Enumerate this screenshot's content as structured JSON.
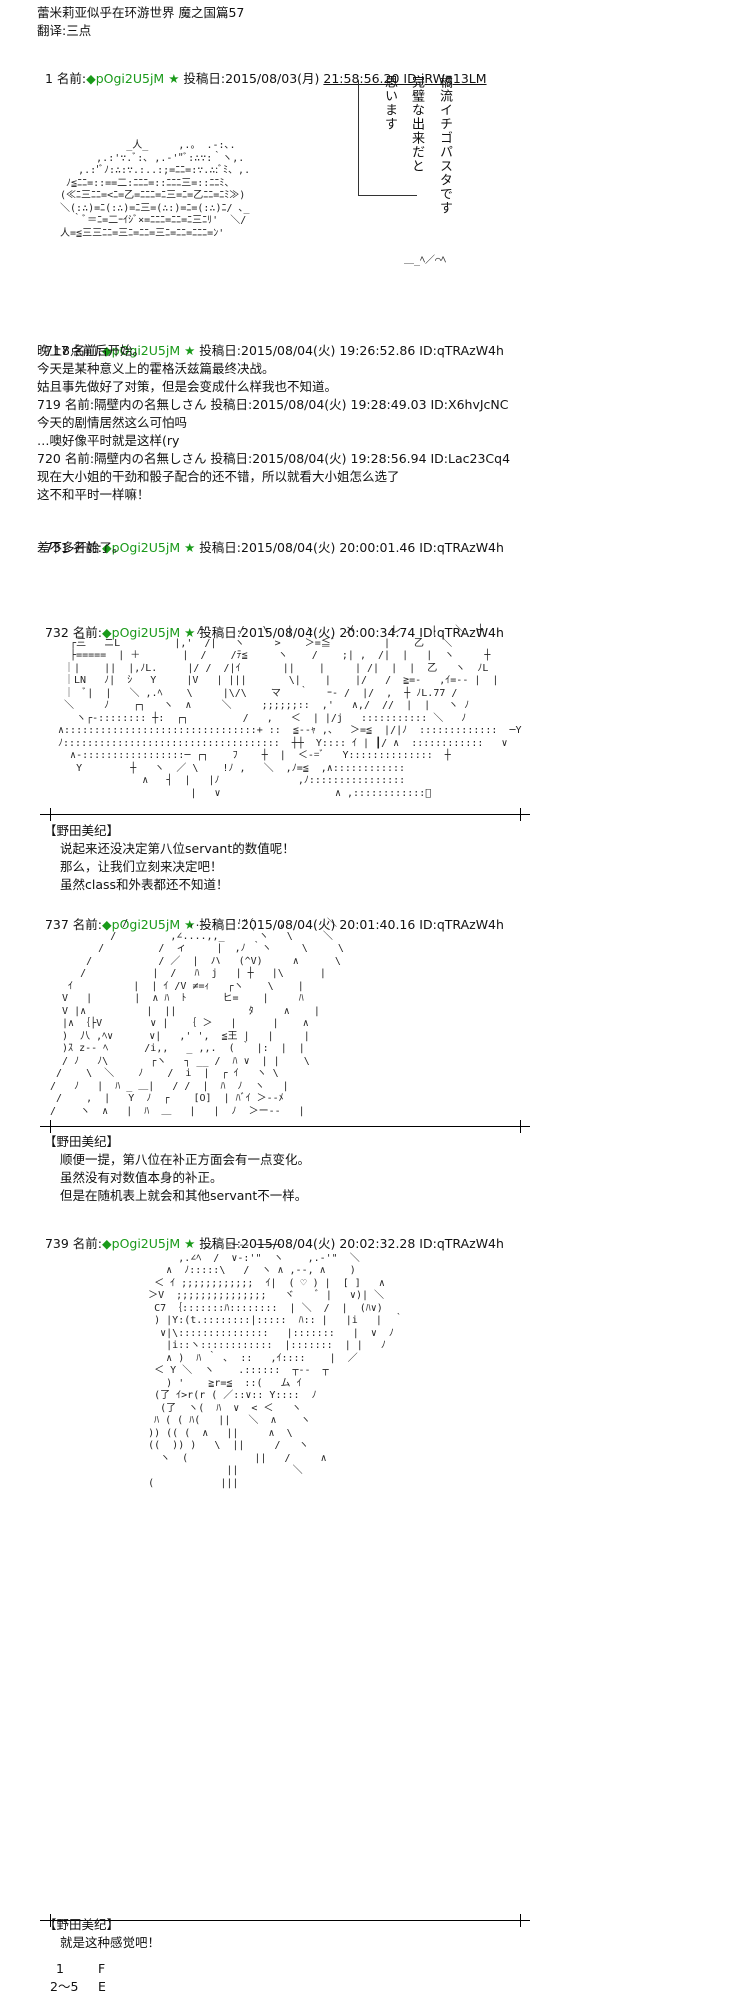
{
  "title": "蕾米莉亚似乎在环游世界 魔之国篇57",
  "translator": "翻译:三点",
  "posts": [
    {
      "num": "1",
      "name": "名前:",
      "trip": "◆pOgi2U5jM ★",
      "label": "投稿日:",
      "date": "2015/08/03(月)",
      "time": "21:58:56.20 ID:jRWg13LM"
    },
    {
      "num": "717",
      "name": "名前:",
      "trip": "◆pOgi2U5jM ★",
      "label": "投稿日:",
      "date": "2015/08/04(火)",
      "time": "19:26:52.86 ID:qTRAzW4h"
    },
    {
      "num": "731",
      "name": "名前:",
      "trip": "◆pOgi2U5jM ★",
      "label": "投稿日:",
      "date": "2015/08/04(火)",
      "time": "20:00:01.46 ID:qTRAzW4h"
    },
    {
      "num": "732",
      "name": "名前:",
      "trip": "◆pOgi2U5jM ★",
      "label": "投稿日:",
      "date": "2015/08/04(火)",
      "time": "20:00:34.74 ID:qTRAzW4h"
    },
    {
      "num": "737",
      "name": "名前:",
      "trip": "◆pOgi2U5jM ★",
      "label": "投稿日:",
      "date": "2015/08/04(火)",
      "time": "20:01:40.16 ID:qTRAzW4h"
    },
    {
      "num": "739",
      "name": "名前:",
      "trip": "◆pOgi2U5jM ★",
      "label": "投稿日:",
      "date": "2015/08/04(火)",
      "time": "20:02:32.28 ID:qTRAzW4h"
    }
  ],
  "vertical_text": [
    "橘流イチゴパスタです",
    "完璧な出来だと",
    "思います"
  ],
  "post717_lines": [
    "晚上8点前后开始。",
    "今天是某种意义上的霍格沃兹篇最终决战。",
    "姑且事先做好了对策，但是会变成什么样我也不知道。"
  ],
  "post719": {
    "header": "719 名前:隔壁内の名無しさん 投稿日:2015/08/04(火) 19:28:49.03 ID:X6hvJcNC",
    "lines": [
      "今天的剧情居然这么可怕吗",
      "…噢好像平时就是这样(ry"
    ]
  },
  "post720": {
    "header": "720 名前:隔壁内の名無しさん 投稿日:2015/08/04(火) 19:28:56.94 ID:Lac23Cq4",
    "lines": [
      "现在大小姐的干劲和骰子配合的还不错，所以就看大小姐怎么选了",
      "这不和平时一样嘛！"
    ]
  },
  "post731_line": "差不多开始了。",
  "speaker": "【野田美纪】",
  "dialog732": [
    "说起来还没决定第八位servant的数值呢！",
    "那么，让我们立刻来决定吧！",
    "虽然class和外表都还不知道！"
  ],
  "dialog737": [
    "顺便一提，第八位在补正方面会有一点变化。",
    "虽然没有对数值本身的补正。",
    "但是在随机表上就会和其他servant不一样。"
  ],
  "dialog739": [
    "就是这种感觉吧！"
  ],
  "table": [
    {
      "a": "1",
      "b": "F"
    },
    {
      "a": "2～5",
      "b": "E"
    }
  ]
}
